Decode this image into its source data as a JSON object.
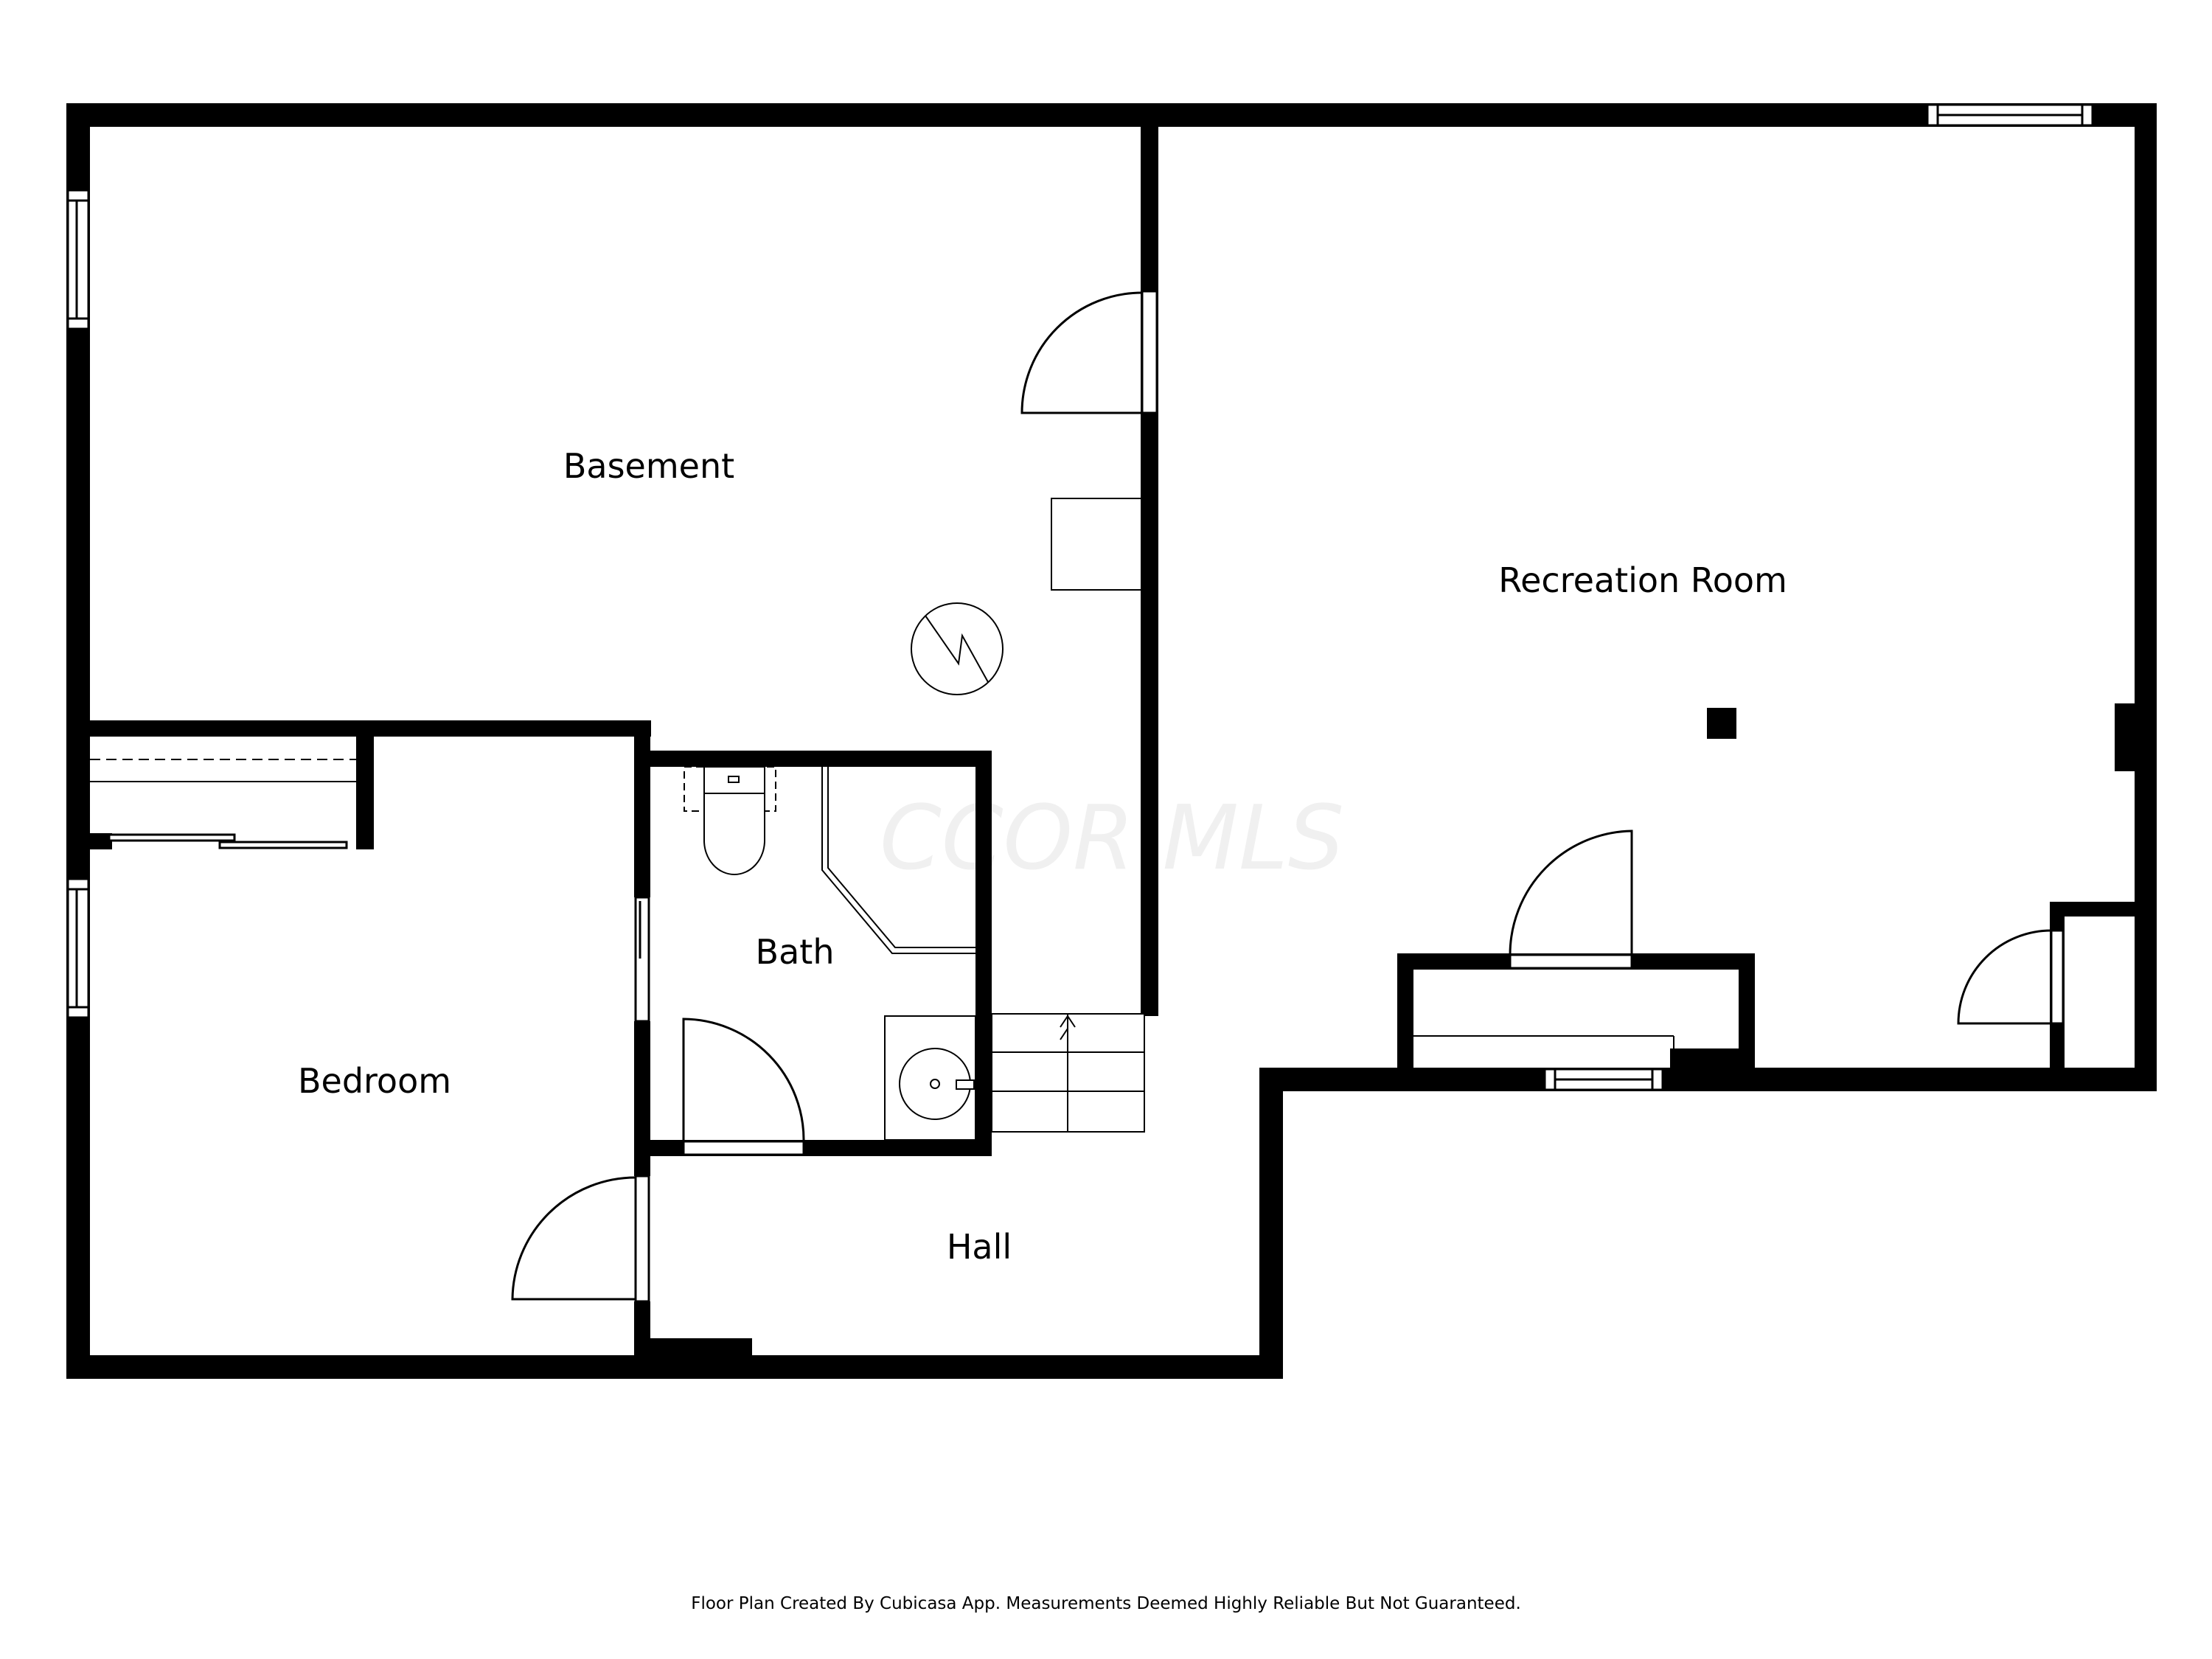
{
  "rooms": {
    "basement": "Basement",
    "recreation_room": "Recreation Room",
    "bath": "Bath",
    "bedroom": "Bedroom",
    "hall": "Hall"
  },
  "watermark": "CCOR MLS",
  "footer": "Floor Plan Created By Cubicasa App. Measurements Deemed Highly Reliable But Not Guaranteed.",
  "colors": {
    "wall": "#000000",
    "background": "#ffffff",
    "watermark": "#f0f0f0"
  }
}
